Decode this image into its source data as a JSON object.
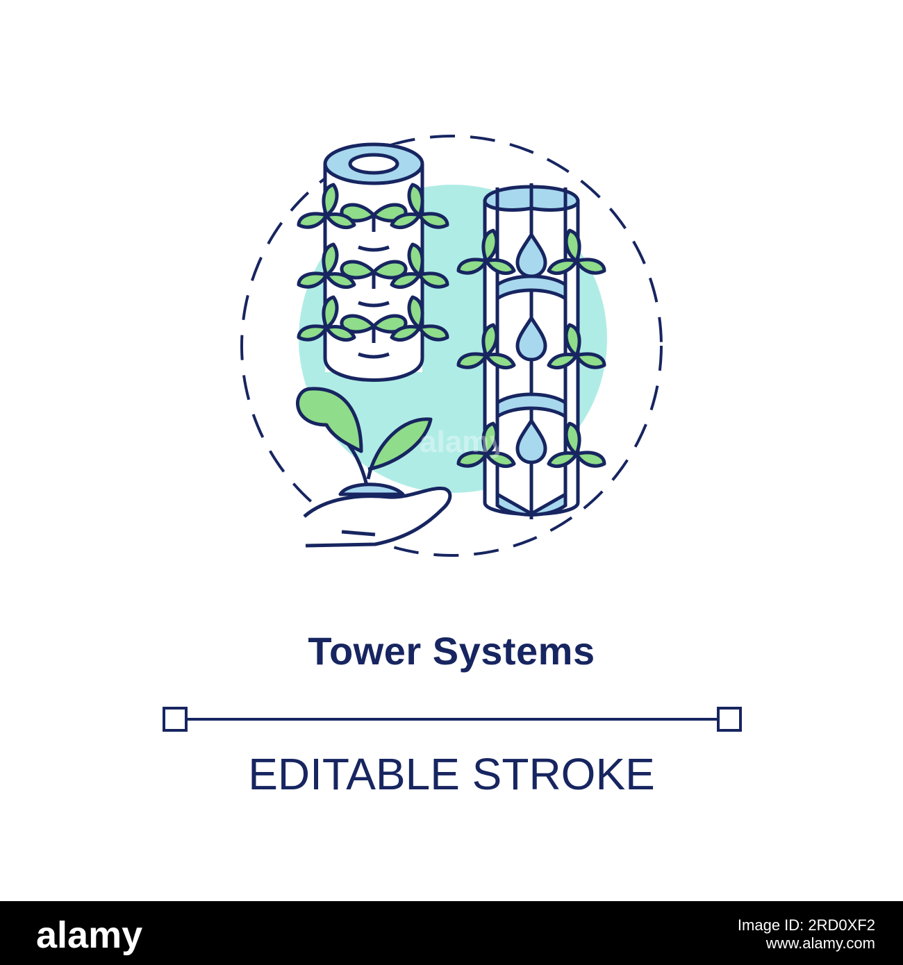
{
  "title": "Tower Systems",
  "subtitle": "EDITABLE STROKE",
  "watermark": "alamy",
  "footer": {
    "logo": "alamy",
    "image_id_label": "Image ID: 2RD0XF2",
    "url": "www.alamy.com"
  },
  "colors": {
    "stroke": "#172560",
    "leaf": "#8fdc8a",
    "water": "#a8d8ee",
    "accent_circle": "#b0ece6",
    "footer_bg": "#000000"
  },
  "icons": [
    "tower-cylinder-icon",
    "tower-open-cylinder-icon",
    "water-drop-icon",
    "seedling-in-hand-icon",
    "sprout-icon"
  ]
}
